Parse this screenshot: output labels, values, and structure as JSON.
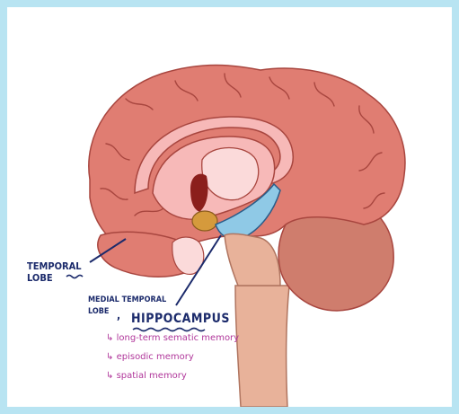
{
  "labels": {
    "temporal_line1": "TEMPORAL",
    "temporal_line2": "LOBE",
    "medial_line1": "MEDIAL TEMPORAL",
    "medial_line2": "LOBE",
    "comma": ",",
    "hippocampus": "HIPPOCAMPUS"
  },
  "memory_types": [
    "long-term sematic memory",
    "episodic memory",
    "spatial memory"
  ],
  "arrow_glyph": "↳",
  "colors": {
    "border": "#b8e4f2",
    "cortex": "#e07d72",
    "cortex_outline": "#a8463f",
    "inner": "#f7b9b8",
    "ventricle": "#fbdada",
    "hippocampus": "#8fc9e6",
    "brainstem": "#e8b29a",
    "cerebellum": "#cf7d6d",
    "amygdala": "#d59a3c",
    "label_navy": "#1b2a6b",
    "label_purple": "#b0369a"
  }
}
